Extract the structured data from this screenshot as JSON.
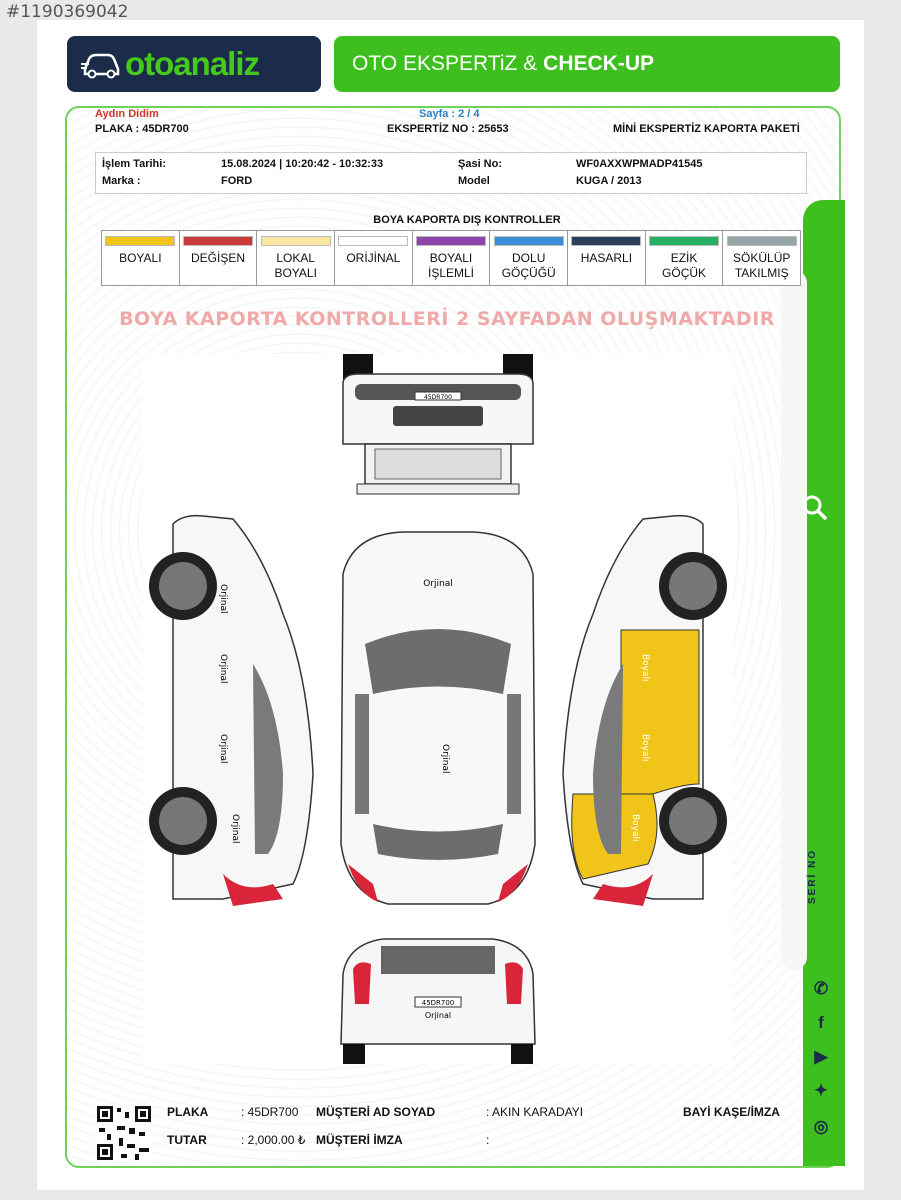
{
  "stock_id": "#1190369042",
  "brand": {
    "name": "otoanaliz",
    "logo_color": "#45c91a",
    "box_color": "#1a2c4a"
  },
  "header": {
    "prefix": "OTO EKSPERTiZ &",
    "emphasis": "CHECK-UP",
    "color": "#3dbf1e"
  },
  "report": {
    "dealer": "Aydın Didim",
    "plate_line": "PLAKA : 45DR700",
    "page": "Sayfa : 2 / 4",
    "expertise_no": "EKSPERTİZ NO : 25653",
    "package": "MİNİ EKSPERTİZ KAPORTA PAKETİ"
  },
  "info": {
    "date_label": "İşlem Tarihi:",
    "date_value": "15.08.2024 | 10:20:42 - 10:32:33",
    "brand_label": "Marka :",
    "brand_value": "FORD",
    "chassis_label": "Şasi No:",
    "chassis_value": "WF0AXXWPMADP41545",
    "model_label": "Model",
    "model_value": "KUGA / 2013"
  },
  "legend": {
    "title": "BOYA KAPORTA DIŞ KONTROLLER",
    "items": [
      {
        "label": "BOYALI",
        "color": "#f0c419"
      },
      {
        "label": "DEĞİŞEN",
        "color": "#c9393a"
      },
      {
        "label": "LOKAL\nBOYALI",
        "color": "#fbe7a1"
      },
      {
        "label": "ORİJİNAL",
        "color": "#ffffff"
      },
      {
        "label": "BOYALI\nİŞLEMLİ",
        "color": "#8e44ad"
      },
      {
        "label": "DOLU\nGÖÇÜĞÜ",
        "color": "#3a8fd8"
      },
      {
        "label": "HASARLI",
        "color": "#2c3e5a"
      },
      {
        "label": "EZİK\nGÖÇÜK",
        "color": "#27ae60"
      },
      {
        "label": "SÖKÜLÜP\nTAKILMIŞ",
        "color": "#95a5a6"
      }
    ]
  },
  "warning": "BOYA KAPORTA KONTROLLERİ 2 SAYFADAN OLUŞMAKTADIR",
  "diagram": {
    "front_plate": "45DR700",
    "rear_plate": "45DR700",
    "roof_label": "Orjinal",
    "hood_label": "Orjinal",
    "rear_label": "Orjinal",
    "left_labels": [
      "Orjinal",
      "Orjinal",
      "Orjinal",
      "Orjinal"
    ],
    "right_labels": [
      "Boyalı",
      "Boyalı",
      "Boyalı"
    ],
    "painted_color": "#f0c419",
    "red_light": "#d8253a"
  },
  "footer": {
    "plate_label": "PLAKA",
    "plate_value": ": 45DR700",
    "total_label": "TUTAR",
    "total_value": ": 2,000.00 ₺",
    "customer_label": "MÜŞTERİ AD SOYAD",
    "customer_value": ": AKIN KARADAYI",
    "signature_label": "MÜŞTERİ İMZA",
    "signature_value": ":",
    "dealer_stamp": "BAYİ KAŞE/İMZA"
  },
  "side": {
    "serial_label": "SERİ NO"
  }
}
